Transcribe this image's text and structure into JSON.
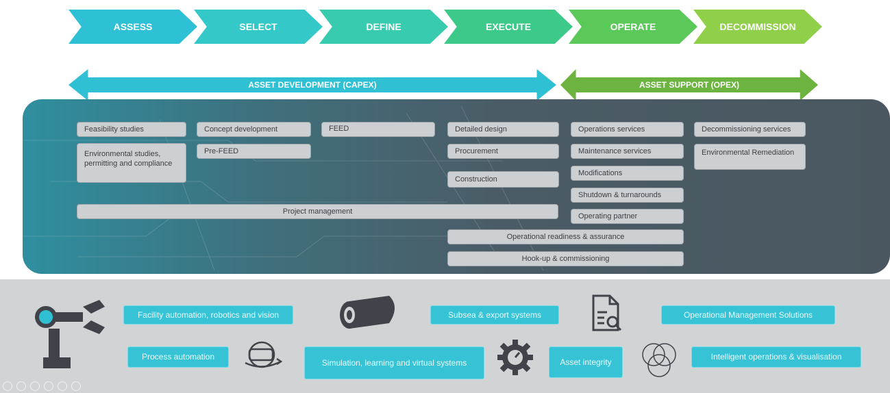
{
  "phases": [
    "ASSESS",
    "SELECT",
    "DEFINE",
    "EXECUTE",
    "OPERATE",
    "DECOMMISSION"
  ],
  "arrows": {
    "capex": "ASSET DEVELOPMENT (CAPEX)",
    "opex": "ASSET SUPPORT (OPEX)"
  },
  "boxes": {
    "feasibility": "Feasibility studies",
    "environmental": "Environmental studies, permitting and compliance",
    "concept": "Concept development",
    "prefeed": "Pre-FEED",
    "feed": "FEED",
    "detailed": "Detailed design",
    "procurement": "Procurement",
    "construction": "Construction",
    "project_mgmt": "Project management",
    "op_readiness": "Operational readiness & assurance",
    "hookup": "Hook-up & commissioning",
    "ops_services": "Operations services",
    "maint_services": "Maintenance services",
    "modifications": "Modifications",
    "shutdown": "Shutdown & turnarounds",
    "op_partner": "Operating partner",
    "decom_services": "Decommissioning services",
    "env_remediation": "Environmental Remediation"
  },
  "solutions": {
    "facility_automation": "Facility automation, robotics and vision",
    "subsea": "Subsea & export systems",
    "operational_mgmt": "Operational Management Solutions",
    "process_automation": "Process automation",
    "simulation": "Simulation, learning and virtual systems",
    "asset_integrity": "Asset integrity",
    "intelligent_ops": "Intelligent operations & visualisation"
  },
  "icons": [
    "robot-arm-icon",
    "pipe-icon",
    "document-search-icon",
    "vr-headset-icon",
    "gauge-gear-icon",
    "venn-circles-icon"
  ],
  "colors": {
    "phase_assess": "#2ec0d5",
    "phase_decommission": "#8fcf4a",
    "capex": "#2fc0d4",
    "opex": "#6cb33f",
    "solution_button": "#36c3d6"
  }
}
